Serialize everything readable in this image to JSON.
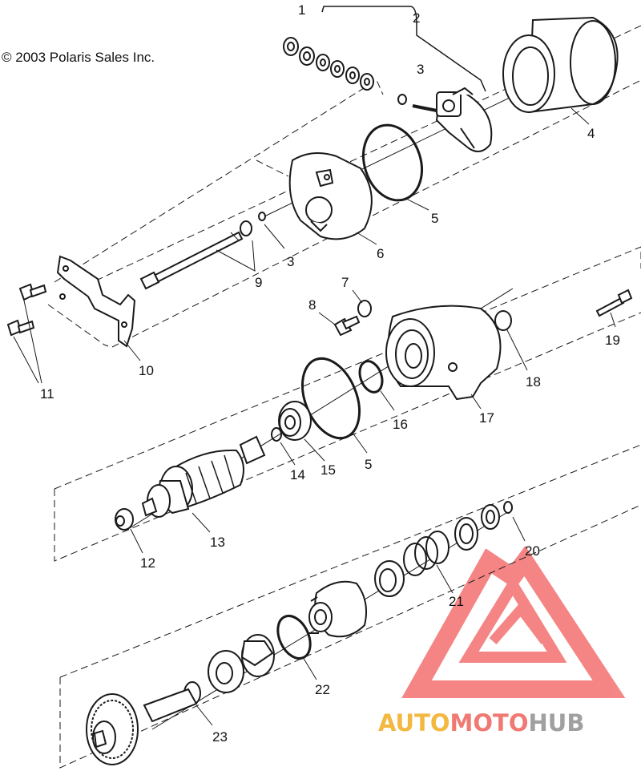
{
  "copyright": "© 2003 Polaris Sales Inc.",
  "callouts": [
    "1",
    "2",
    "3",
    "4",
    "3",
    "5",
    "6",
    "9",
    "7",
    "8",
    "10",
    "11",
    "19",
    "18",
    "16",
    "17",
    "5",
    "14",
    "15",
    "13",
    "12",
    "20",
    "21",
    "22",
    "23"
  ],
  "watermark": {
    "parts": [
      "AUTO",
      "MOTO",
      "HUB"
    ],
    "colors": [
      "#f2b840",
      "#f07a73",
      "#a0a0a0"
    ],
    "logo_color": "#f47070"
  },
  "colors": {
    "line": "#1a1a1a",
    "background": "#ffffff"
  }
}
